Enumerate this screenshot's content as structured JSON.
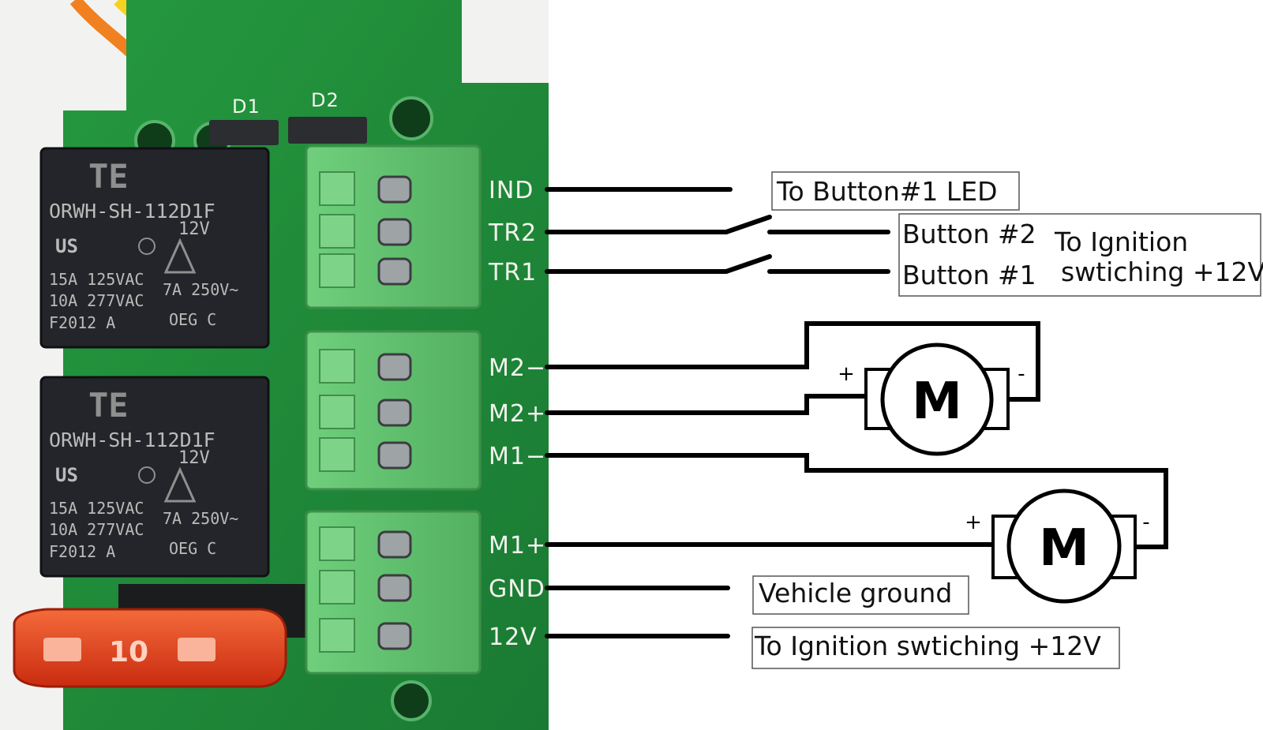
{
  "board": {
    "diode_labels": [
      "D1",
      "D2"
    ],
    "relays": [
      {
        "brand": "TE",
        "model": "ORWH-SH-112D1F",
        "coil": "12V",
        "cert": "US",
        "ratings": [
          "15A 125VAC",
          "10A 277VAC",
          "F2012  A"
        ],
        "contact": "7A 250V~",
        "code": "OEG  C"
      },
      {
        "brand": "TE",
        "model": "ORWH-SH-112D1F",
        "coil": "12V",
        "cert": "US",
        "ratings": [
          "15A 125VAC",
          "10A 277VAC",
          "F2012  A"
        ],
        "contact": "7A 250V~",
        "code": "OEG  C"
      }
    ],
    "fuse_label": "10",
    "terminals": [
      "IND",
      "TR2",
      "TR1",
      "M2−",
      "M2+",
      "M1−",
      "M1+",
      "GND",
      "12V"
    ]
  },
  "callouts": {
    "button1_led": "To Button#1 LED",
    "button2": "Button #2",
    "button1": "Button #1",
    "ignition_box_line1": "To Ignition",
    "ignition_box_line2": "swtiching +12V",
    "vehicle_ground": "Vehicle ground",
    "ignition_12v": "To Ignition swtiching +12V"
  },
  "motors": [
    {
      "symbol": "M",
      "plus": "+",
      "minus": "-"
    },
    {
      "symbol": "M",
      "plus": "+",
      "minus": "-"
    }
  ],
  "colors": {
    "pcb": "#1f8a3a",
    "terminal": "#5fbf6d",
    "relay": "#23252a",
    "fuse": "#e0401c"
  }
}
